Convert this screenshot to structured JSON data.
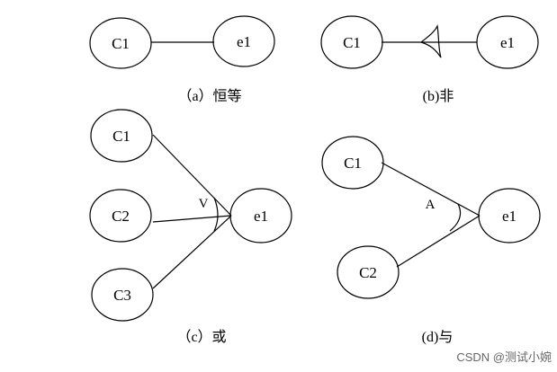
{
  "panels": {
    "identity": {
      "caption": "（a）恒等",
      "nodes": {
        "c1": "C1",
        "e1": "e1"
      }
    },
    "not": {
      "caption": "(b)非",
      "nodes": {
        "c1": "C1",
        "e1": "e1"
      }
    },
    "or": {
      "caption": "（c）或",
      "operator": "V",
      "nodes": {
        "c1": "C1",
        "c2": "C2",
        "c3": "C3",
        "e1": "e1"
      }
    },
    "and": {
      "caption": "(d)与",
      "operator": "A",
      "nodes": {
        "c1": "C1",
        "c2": "C2",
        "e1": "e1"
      }
    }
  },
  "watermark": "CSDN @测试小婉"
}
